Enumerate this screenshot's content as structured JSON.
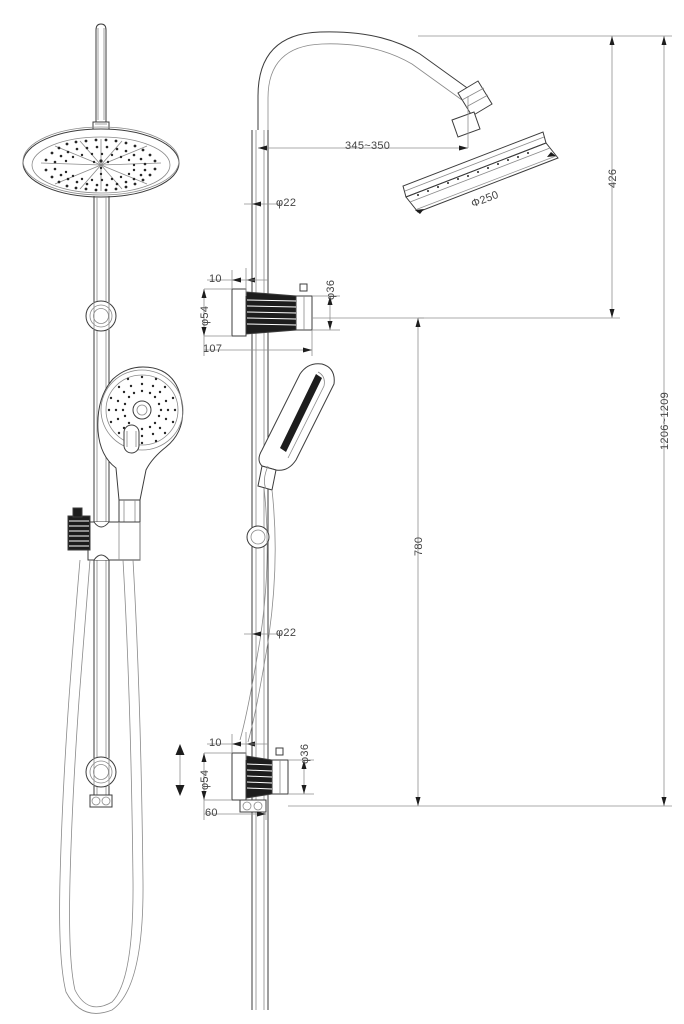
{
  "drawing": {
    "title": "Shower Column Dimension Drawing",
    "views": {
      "front": "front-elevation",
      "side": "side-elevation"
    }
  },
  "dimensions": {
    "arm_reach": "345~350",
    "rain_head_diameter": "Φ250",
    "head_height": "426",
    "overall_height": "1206~1209",
    "bracket_spacing": "780",
    "riser_pipe_diameter_top": "φ22",
    "riser_pipe_diameter_bottom": "φ22",
    "upper_bracket_flange": "φ54",
    "upper_bracket_body": "φ36",
    "upper_bracket_wall_gap": "10",
    "upper_bracket_offset": "107",
    "lower_bracket_flange": "φ54",
    "lower_bracket_body": "φ36",
    "lower_bracket_wall_gap": "10",
    "lower_bracket_offset": "60"
  },
  "annotations": {
    "adjustable_arrows": "up-down-adjustable"
  },
  "colors": {
    "line": "#3c3c3c",
    "dimension_line": "#8f8f8f",
    "text": "#444444",
    "background": "#ffffff"
  }
}
